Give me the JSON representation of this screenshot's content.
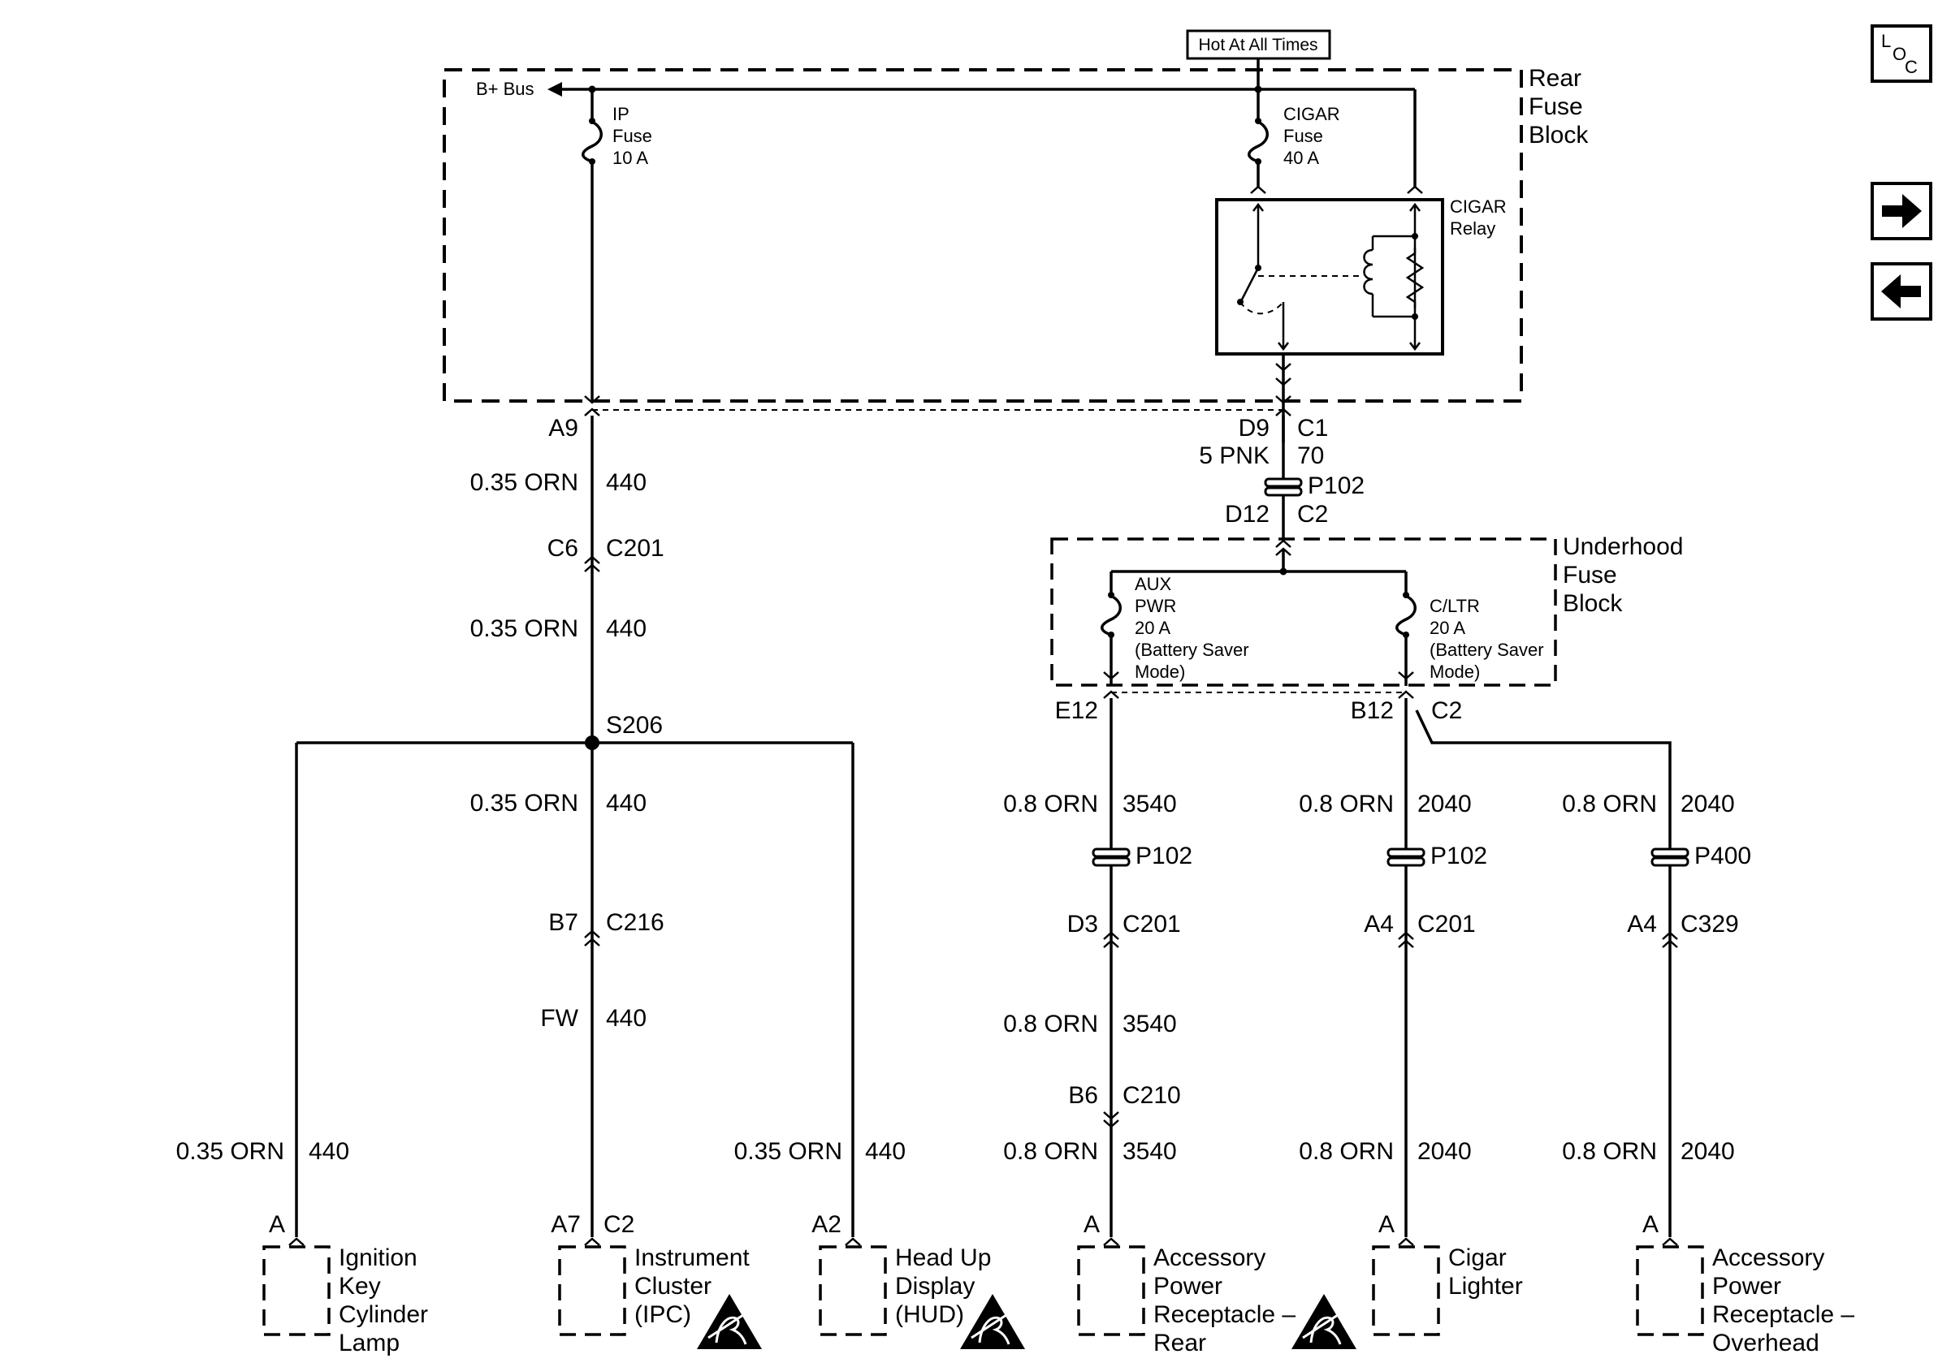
{
  "header": {
    "hot_label": "Hot At All Times"
  },
  "nav": {
    "loc_letters": [
      "L",
      "O",
      "C"
    ],
    "next_icon": "arrow-right-icon",
    "prev_icon": "arrow-left-icon"
  },
  "rear_fuse_block": {
    "name_lines": [
      "Rear",
      "Fuse",
      "Block"
    ],
    "bplus_bus": "B+ Bus",
    "ip_fuse": [
      "IP",
      "Fuse",
      "10 A"
    ],
    "cigar_fuse": [
      "CIGAR",
      "Fuse",
      "40 A"
    ],
    "cigar_relay": [
      "CIGAR",
      "Relay"
    ]
  },
  "underhood_fuse_block": {
    "name_lines": [
      "Underhood",
      "Fuse",
      "Block"
    ],
    "aux_fuse": [
      "AUX",
      "PWR",
      "20 A",
      "(Battery Saver",
      "Mode)"
    ],
    "cltr_fuse": [
      "C/LTR",
      "20 A",
      "(Battery Saver",
      "Mode)"
    ]
  },
  "left_branch": {
    "pin_a9": "A9",
    "wire1": {
      "gauge": "0.35 ORN",
      "circuit": "440"
    },
    "conn_c201": {
      "pin": "C6",
      "name": "C201"
    },
    "wire2": {
      "gauge": "0.35 ORN",
      "circuit": "440"
    },
    "splice": "S206",
    "wire3": {
      "gauge": "0.35 ORN",
      "circuit": "440"
    },
    "conn_c216": {
      "pin": "B7",
      "name": "C216"
    },
    "wire4": {
      "gauge": "FW",
      "circuit": "440"
    },
    "wire_left": {
      "gauge": "0.35 ORN",
      "circuit": "440"
    },
    "wire_right": {
      "gauge": "0.35 ORN",
      "circuit": "440"
    }
  },
  "right_feed": {
    "pin_d9": "D9",
    "pin_c1": "C1",
    "wire": {
      "gauge": "5 PNK",
      "circuit": "70"
    },
    "p102": "P102",
    "pin_d12": "D12",
    "pin_c2": "C2"
  },
  "aux_branch": {
    "pin_e12": "E12",
    "wire1": {
      "gauge": "0.8 ORN",
      "circuit": "3540"
    },
    "p102": "P102",
    "conn_c201": {
      "pin": "D3",
      "name": "C201"
    },
    "wire2": {
      "gauge": "0.8 ORN",
      "circuit": "3540"
    },
    "conn_c210": {
      "pin": "B6",
      "name": "C210"
    },
    "wire3": {
      "gauge": "0.8 ORN",
      "circuit": "3540"
    }
  },
  "cltr_branch": {
    "pin_b12": "B12",
    "pin_c2": "C2",
    "wire1": {
      "gauge": "0.8 ORN",
      "circuit": "2040"
    },
    "p102": "P102",
    "conn_c201": {
      "pin": "A4",
      "name": "C201"
    },
    "wire2": {
      "gauge": "0.8 ORN",
      "circuit": "2040"
    },
    "wire_ovh1": {
      "gauge": "0.8 ORN",
      "circuit": "2040"
    },
    "p400": "P400",
    "conn_c329": {
      "pin": "A4",
      "name": "C329"
    },
    "wire_ovh2": {
      "gauge": "0.8 ORN",
      "circuit": "2040"
    }
  },
  "components": [
    {
      "pin": "A",
      "conn": "",
      "lines": [
        "Ignition",
        "Key",
        "Cylinder",
        "Lamp"
      ],
      "esd": false
    },
    {
      "pin": "A7",
      "conn": "C2",
      "lines": [
        "Instrument",
        "Cluster",
        "(IPC)"
      ],
      "esd": true
    },
    {
      "pin": "A2",
      "conn": "",
      "lines": [
        "Head Up",
        "Display",
        "(HUD)"
      ],
      "esd": true
    },
    {
      "pin": "A",
      "conn": "",
      "lines": [
        "Accessory",
        "Power",
        "Receptacle –",
        "Rear"
      ],
      "esd": true
    },
    {
      "pin": "A",
      "conn": "",
      "lines": [
        "Cigar",
        "Lighter"
      ],
      "esd": false
    },
    {
      "pin": "A",
      "conn": "",
      "lines": [
        "Accessory",
        "Power",
        "Receptacle –",
        "Overhead"
      ],
      "esd": false
    }
  ]
}
